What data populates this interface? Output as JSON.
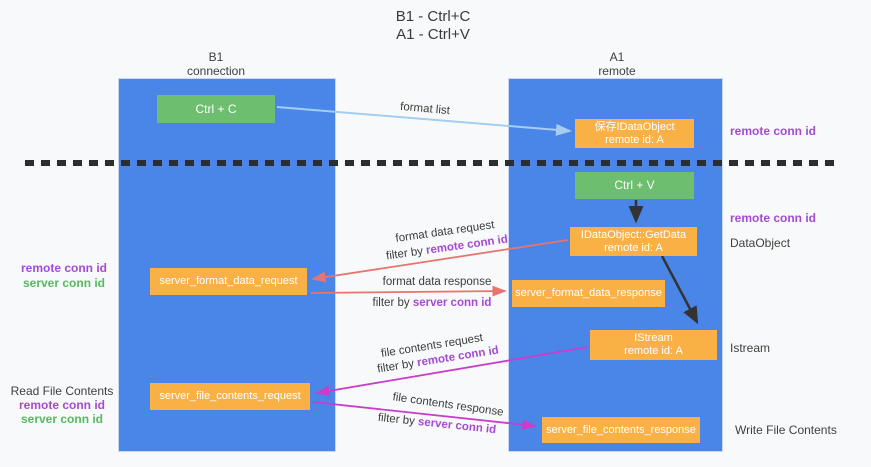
{
  "title": {
    "line1": "B1 - Ctrl+C",
    "line2": "A1 - Ctrl+V"
  },
  "lanes": {
    "left": {
      "title": "B1",
      "subtitle": "connection"
    },
    "right": {
      "title": "A1",
      "subtitle": "remote"
    }
  },
  "nodes": {
    "ctrl_c": {
      "label": "Ctrl + C"
    },
    "ctrl_v": {
      "label": "Ctrl + V"
    },
    "save_dataobject": {
      "line1": "保存IDataObject",
      "line2": "remote id: A"
    },
    "getdata": {
      "line1": "IDataObject::GetData",
      "line2": "remote id: A"
    },
    "istream": {
      "line1": "IStream",
      "line2": "remote id: A"
    },
    "format_request": {
      "label": "server_format_data_request"
    },
    "format_response": {
      "label": "server_format_data_response"
    },
    "file_request": {
      "label": "server_file_contents_request"
    },
    "file_response": {
      "label": "server_file_contents_response"
    }
  },
  "arrows": {
    "format_list": {
      "label": "format list"
    },
    "format_data_request": {
      "label": "format data request",
      "filter_prefix": "filter by ",
      "filter_key": "remote conn id"
    },
    "format_data_response": {
      "label": "format data response",
      "filter_prefix": "filter by ",
      "filter_key": "server conn id"
    },
    "file_contents_request": {
      "label": "file contents request",
      "filter_prefix": "filter by ",
      "filter_key": "remote conn id"
    },
    "file_contents_response": {
      "label": "file contents response",
      "filter_prefix": "filter by ",
      "filter_key": "server conn id"
    }
  },
  "side_labels": {
    "remote_conn_id_top": "remote conn id",
    "remote_conn_id_mid": "remote conn id",
    "dataobject": "DataObject",
    "istream": "Istream",
    "write_file_contents": "Write File Contents",
    "read_file_contents": "Read File Contents",
    "left_remote_conn_id": "remote conn id",
    "left_server_conn_id": "server conn id",
    "bottom_remote_conn_id": "remote conn id",
    "bottom_server_conn_id": "server conn id"
  },
  "colors": {
    "lane_blue": "#4a86e8",
    "node_orange": "#f9b146",
    "node_green": "#6dbe6e",
    "arrow_salmon": "#e8736f",
    "arrow_magenta": "#cb3ccb",
    "arrow_lightblue": "#a4cdf0",
    "arrow_black": "#333333",
    "separator_dark": "#2d2d2d",
    "conn_id_purple": "#a44bd3",
    "conn_id_green": "#57b960"
  }
}
